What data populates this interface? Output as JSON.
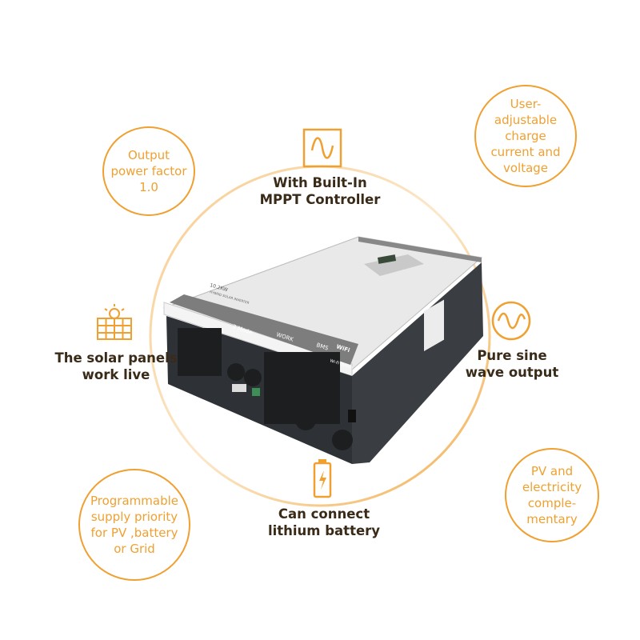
{
  "bubbles": {
    "power_factor": "Output power factor 1.0",
    "charge": "User-adjustable charge current and voltage",
    "pv_grid": "PV and electricity comple-mentary",
    "priority": "Programmable supply priority for PV ,battery or Grid"
  },
  "features": {
    "mppt": {
      "line1": "With Built-In",
      "line2": "MPPT Controller",
      "icon": "sine-wave-box-icon"
    },
    "solar": {
      "line1": "The solar panels",
      "line2": "work live",
      "icon": "solar-panel-icon"
    },
    "sine": {
      "line1": "Pure sine",
      "line2": "wave output",
      "icon": "sine-wave-circle-icon"
    },
    "battery": {
      "line1": "Can connect",
      "line2": "lithium battery",
      "icon": "battery-icon"
    }
  },
  "product": {
    "model": "10.2KW",
    "subtitle": "HYBRID SOLAR INVERTER",
    "panel_labels": [
      "3 Mode",
      "WORK",
      "BMS",
      "WiFi",
      "Wi-Fi Option"
    ]
  },
  "colors": {
    "accent": "#f0a030",
    "text": "#3a2a18"
  }
}
